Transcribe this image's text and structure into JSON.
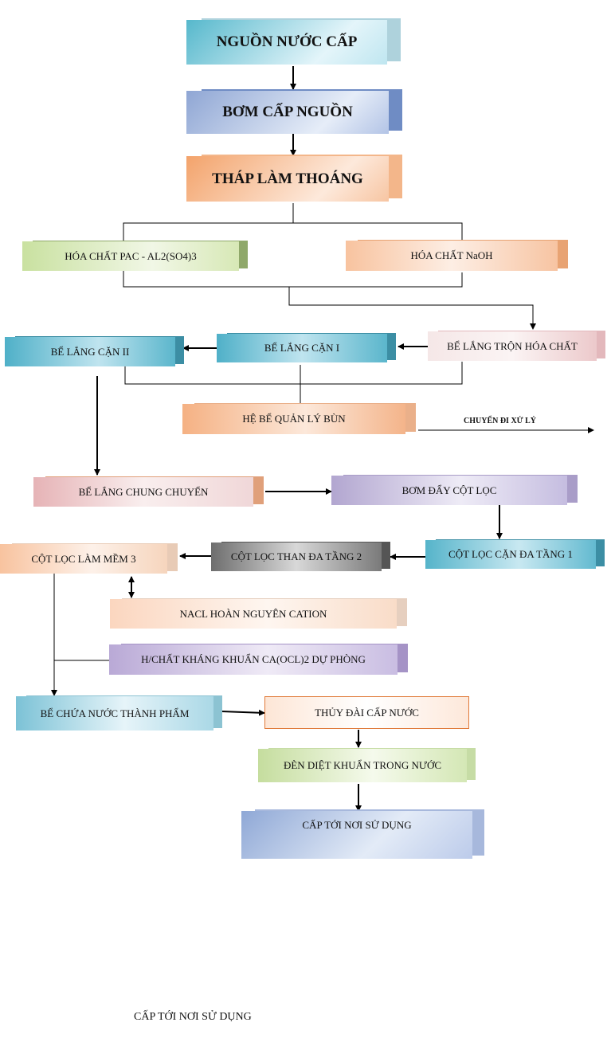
{
  "nodes": {
    "water_source": "NGUỒN NƯỚC CẤP",
    "supply_pump": "BƠM CẤP NGUỒN",
    "aeration_tower": "THÁP LÀM THOÁNG",
    "pac_chemical": "HÓA CHẤT PAC - AL2(SO4)3",
    "naoh_chemical": "HÓA CHẤT NaOH",
    "mixing_tank": "BỂ LẮNG TRỘN HÓA CHẤT",
    "settling_tank_1": "BỂ LẮNG CẶN I",
    "settling_tank_2": "BỂ LẮNG CẶN II",
    "sludge_system": "HỆ BỂ QUẢN LÝ BÙN",
    "transfer_tank": "BỂ LẮNG CHUNG CHUYỂN",
    "filter_pump": "BƠM ĐẨY CỘT LỌC",
    "multi_filter_1": "CỘT LỌC CẶN ĐA TẦNG 1",
    "carbon_filter_2": "CỘT LỌC THAN ĐA TẦNG 2",
    "softener_filter_3": "CỘT LỌC LÀM MỀM 3",
    "nacl_regeneration": "NACL HOÀN NGUYÊN CATION",
    "chlorine_backup": "H/CHẤT  KHÁNG KHUẨN CA(OCL)2 DỰ PHÒNG",
    "product_tank": "BỂ CHỨA NƯỚC THÀNH PHẨM",
    "water_tower": "THỦY ĐÀI CẤP NƯỚC",
    "uv_lamp": "ĐÈN DIỆT KHUẨN TRONG NƯỚC",
    "supply_use": "CẤP TỚI NƠI SỬ DỤNG"
  },
  "labels": {
    "sludge_out": "CHUYỂN ĐI XỬ LÝ",
    "footer": "CẤP TỚI NƠI SỬ DỤNG"
  },
  "colors": {
    "teal": "#4fb0c8",
    "light_blue": "#9cd6e6",
    "steel_blue": "#7f98c8",
    "peach": "#f5b183",
    "light_green": "#b9d58a",
    "pink": "#e0a9ad",
    "lavender": "#b4a8d2",
    "gray": "#707070",
    "line": "#000000"
  }
}
